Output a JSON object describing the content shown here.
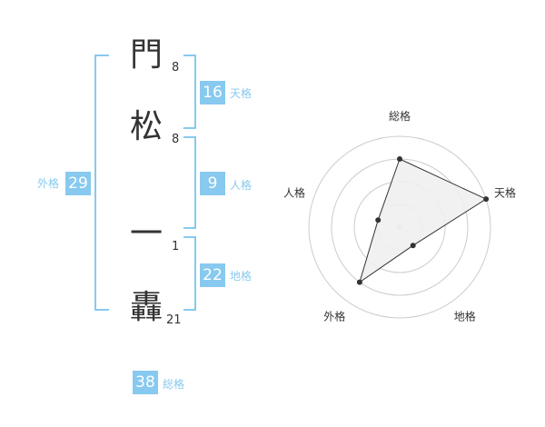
{
  "characters": [
    {
      "char": "門",
      "strokes": "8"
    },
    {
      "char": "松",
      "strokes": "8"
    },
    {
      "char": "一",
      "strokes": "1"
    },
    {
      "char": "轟",
      "strokes": "21"
    }
  ],
  "fortunes": {
    "tenkaku": {
      "value": "16",
      "label": "天格"
    },
    "jinkaku": {
      "value": "9",
      "label": "人格"
    },
    "chikaku": {
      "value": "22",
      "label": "地格"
    },
    "gaikaku": {
      "value": "29",
      "label": "外格"
    },
    "soukaku": {
      "value": "38",
      "label": "総格"
    }
  },
  "colors": {
    "accent": "#88c9ef",
    "text": "#333333",
    "grid": "#cccccc"
  },
  "chart_data": {
    "type": "radar",
    "axes": [
      "総格",
      "天格",
      "地格",
      "外格",
      "人格"
    ],
    "values": [
      0.75,
      1.0,
      0.25,
      0.75,
      0.25
    ],
    "max": 1.0,
    "rings": 4
  }
}
